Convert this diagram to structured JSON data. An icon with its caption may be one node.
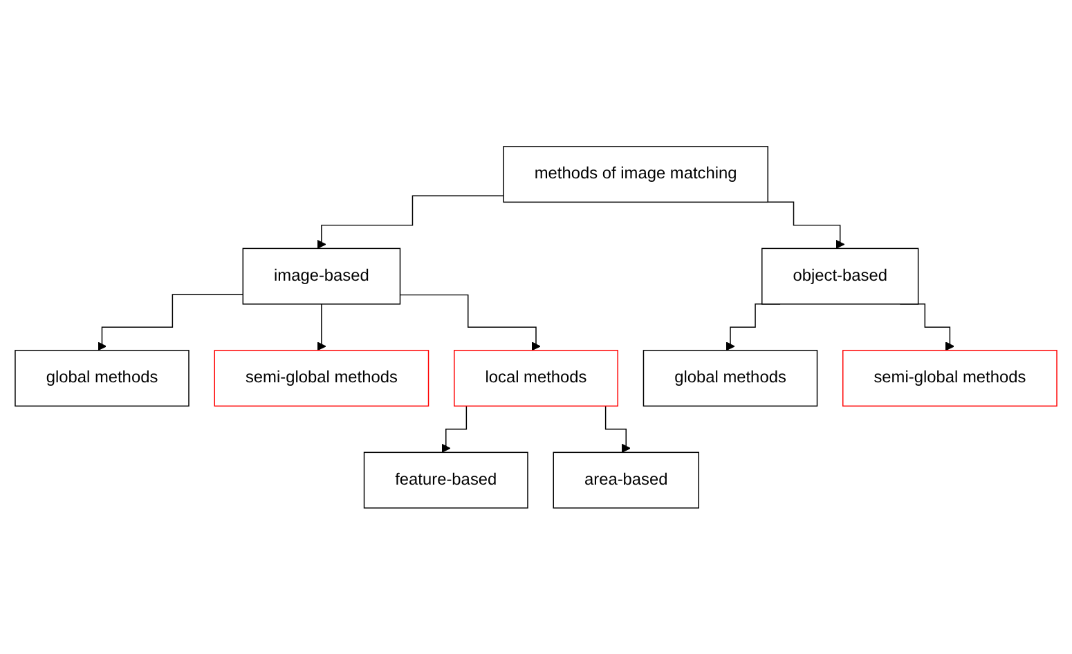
{
  "diagram": {
    "nodes": [
      {
        "text": [
          "methods of image matching"
        ]
      },
      {
        "text": [
          "image-based"
        ]
      },
      {
        "text": [
          "object-based"
        ]
      },
      {
        "text": [
          "global methods"
        ]
      },
      {
        "text": [
          "semi-global methods"
        ]
      },
      {
        "text": [
          "local methods"
        ]
      },
      {
        "text": [
          "feature-based"
        ]
      },
      {
        "text": [
          "area-based"
        ]
      },
      {
        "text": [
          "global methods"
        ]
      },
      {
        "text": [
          "semi-global methods"
        ]
      }
    ],
    "edges": [
      {
        "from": 0,
        "to": 1,
        "arrow": "to"
      },
      {
        "from": 0,
        "to": 2,
        "arrow": "to"
      },
      {
        "from": 1,
        "to": 3,
        "arrow": "to"
      },
      {
        "from": 1,
        "to": 4,
        "arrow": "to"
      },
      {
        "from": 1,
        "to": 5,
        "arrow": "to"
      },
      {
        "from": 5,
        "to": 6,
        "arrow": "to"
      },
      {
        "from": 5,
        "to": 7,
        "arrow": "to"
      },
      {
        "from": 2,
        "to": 8,
        "arrow": "to"
      },
      {
        "from": 2,
        "to": 9,
        "arrow": "to"
      }
    ]
  }
}
